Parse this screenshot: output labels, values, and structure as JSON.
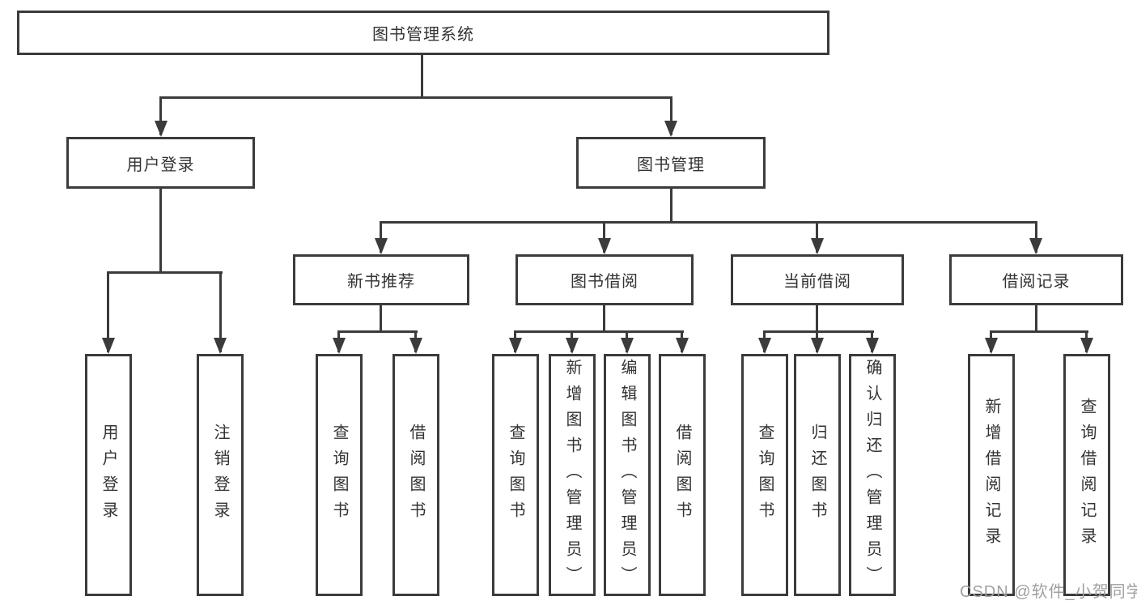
{
  "diagram_type": "hierarchy-tree",
  "colors": {
    "background": "#ffffff",
    "line": "#3b3b3b",
    "text": "#333333",
    "watermark": "#a0a0a0"
  },
  "watermark": "CSDN @软件_小贺同学",
  "nodes": {
    "root": {
      "label": "图书管理系统"
    },
    "user_login": {
      "label": "用户登录"
    },
    "book_mgmt": {
      "label": "图书管理"
    },
    "login": {
      "label": "用户登录"
    },
    "logout": {
      "label": "注销登录"
    },
    "new_book_rec": {
      "label": "新书推荐"
    },
    "book_borrow": {
      "label": "图书借阅"
    },
    "current_borrow": {
      "label": "当前借阅"
    },
    "borrow_record": {
      "label": "借阅记录"
    },
    "rec_query_book": {
      "label": "查询图书"
    },
    "rec_borrow_book": {
      "label": "借阅图书"
    },
    "bb_query_book": {
      "label": "查询图书"
    },
    "bb_add_book": {
      "label": "新增图书（管理员）"
    },
    "bb_edit_book": {
      "label": "编辑图书（管理员）"
    },
    "bb_borrow_book": {
      "label": "借阅图书"
    },
    "cb_query_book": {
      "label": "查询图书"
    },
    "cb_return_book": {
      "label": "归还图书"
    },
    "cb_confirm_return": {
      "label": "确认归还（管理员）"
    },
    "br_add_record": {
      "label": "新增借阅记录"
    },
    "br_query_record": {
      "label": "查询借阅记录"
    }
  },
  "hierarchy": {
    "图书管理系统": {
      "用户登录": [
        "用户登录",
        "注销登录"
      ],
      "图书管理": {
        "新书推荐": [
          "查询图书",
          "借阅图书"
        ],
        "图书借阅": [
          "查询图书",
          "新增图书（管理员）",
          "编辑图书（管理员）",
          "借阅图书"
        ],
        "当前借阅": [
          "查询图书",
          "归还图书",
          "确认归还（管理员）"
        ],
        "借阅记录": [
          "新增借阅记录",
          "查询借阅记录"
        ]
      }
    }
  }
}
